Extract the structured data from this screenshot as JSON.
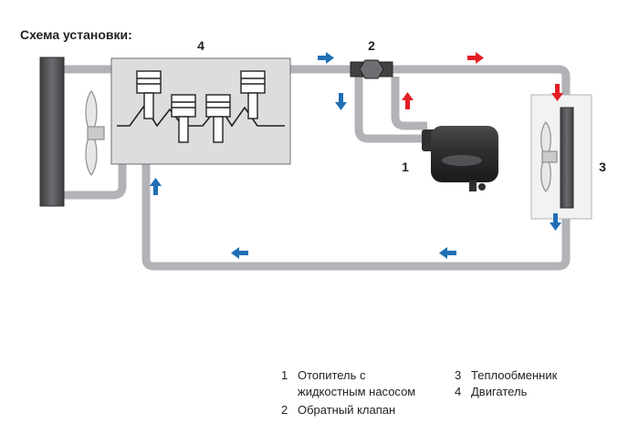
{
  "title": "Схема установки:",
  "callouts": {
    "heater": "1",
    "check_valve": "2",
    "heat_exchanger": "3",
    "engine": "4"
  },
  "legend": [
    {
      "num": "1",
      "text": "Отопитель с",
      "text2": "жидкостным насосом"
    },
    {
      "num": "2",
      "text": "Обратный клапан"
    },
    {
      "num": "3",
      "text": "Теплообменник"
    },
    {
      "num": "4",
      "text": "Двигатель"
    }
  ],
  "colors": {
    "pipe": "#b1b3b6",
    "hot_arrow": "#e31e24",
    "cold_arrow": "#1f6fb5",
    "engine_block": "#dcdddf",
    "radiator": "#58595b"
  }
}
